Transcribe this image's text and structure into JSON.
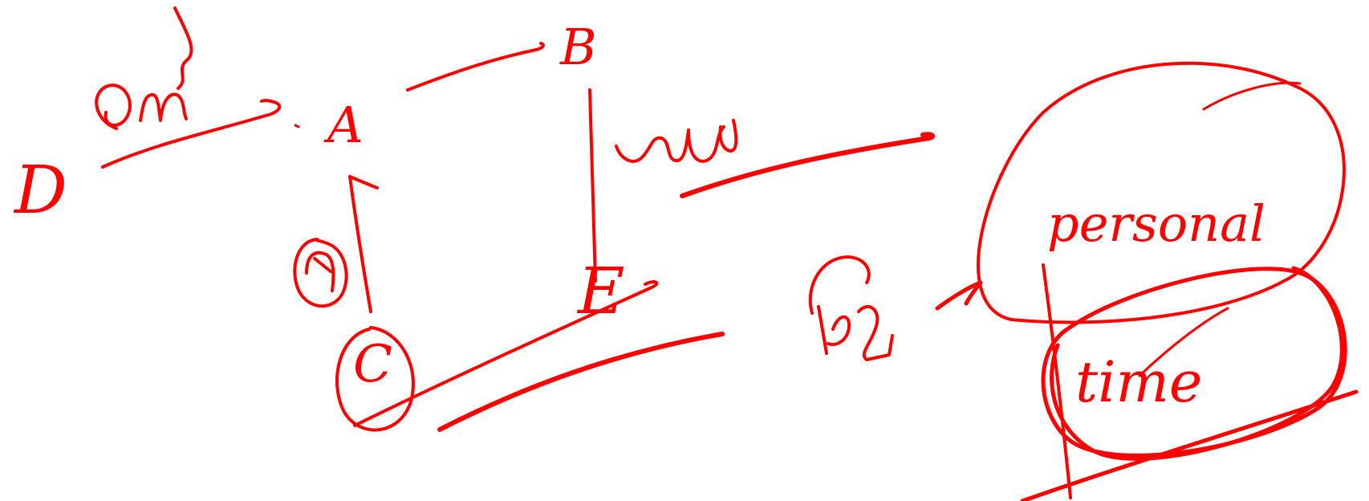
{
  "ink_color": "#ff0000",
  "labels": {
    "a": "A",
    "b": "B",
    "c": "C",
    "d": "D",
    "e": "E",
    "personal": "personal",
    "time": "time"
  }
}
